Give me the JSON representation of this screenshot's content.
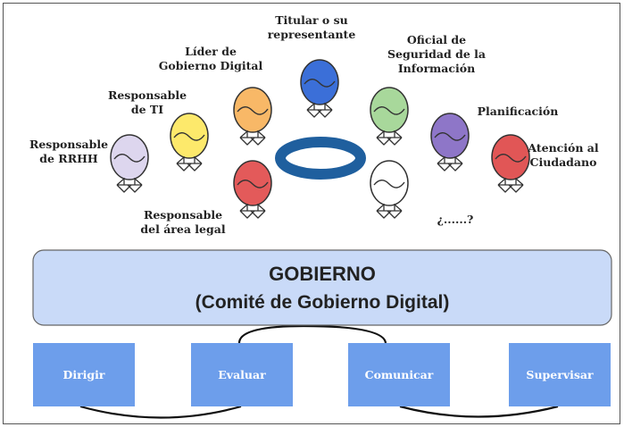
{
  "roles": [
    {
      "id": "rrhh",
      "lines": [
        "Responsable",
        "de RRHH"
      ],
      "color": "#ddd6ee"
    },
    {
      "id": "ti",
      "lines": [
        "Responsable",
        "de TI"
      ],
      "color": "#fde96b"
    },
    {
      "id": "lider",
      "lines": [
        "Líder de",
        "Gobierno Digital"
      ],
      "color": "#f8b867"
    },
    {
      "id": "legal",
      "lines": [
        "Responsable",
        "del área legal"
      ],
      "color": "#e35a5a"
    },
    {
      "id": "titular",
      "lines": [
        "Titular o su",
        "representante"
      ],
      "color": "#3b6fd8"
    },
    {
      "id": "oficial",
      "lines": [
        "Oficial de",
        "Seguridad de la",
        "Información"
      ],
      "color": "#a8d89b"
    },
    {
      "id": "otro",
      "lines": [
        "¿......?"
      ],
      "color": "#ffffff"
    },
    {
      "id": "planificacion",
      "lines": [
        "Planificación"
      ],
      "color": "#8e76c8"
    },
    {
      "id": "atencion",
      "lines": [
        "Atención al",
        "Ciudadano"
      ],
      "color": "#e15656"
    }
  ],
  "ring_color": "#1f5f9e",
  "governance": {
    "title": "GOBIERNO",
    "subtitle": "(Comité de Gobierno Digital)",
    "fill": "#c9daf8"
  },
  "steps": [
    "Dirigir",
    "Evaluar",
    "Comunicar",
    "Supervisar"
  ],
  "step_color": "#6d9eeb"
}
